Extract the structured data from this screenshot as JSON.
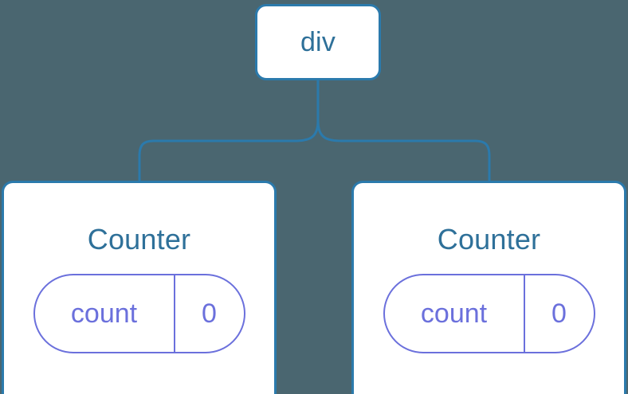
{
  "diagram": {
    "type": "component-tree",
    "background_color": "#4a6670",
    "node_border_color": "#2b7aac",
    "node_fill_color": "#ffffff",
    "node_label_color": "#2e7099",
    "state_color": "#6b70dc",
    "connector_color": "#2b7aac",
    "root": {
      "label": "div"
    },
    "children": [
      {
        "label": "Counter",
        "state": {
          "key": "count",
          "value": "0"
        }
      },
      {
        "label": "Counter",
        "state": {
          "key": "count",
          "value": "0"
        }
      }
    ]
  }
}
